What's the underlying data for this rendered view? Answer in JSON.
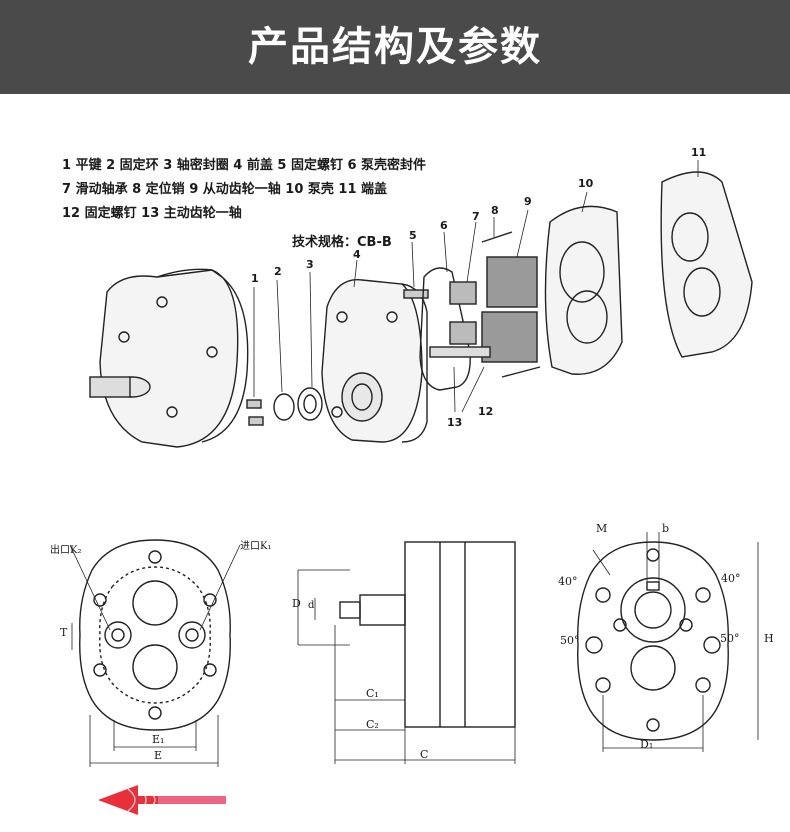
{
  "header": {
    "title": "产品结构及参数"
  },
  "legend": {
    "row1": "1 平键    2 固定环  3 轴密封圈        4 前盖    5 固定螺钉  6 泵壳密封件",
    "row2": "7 滑动轴承    8 定位销  9 从动齿轮一轴  10 泵壳   11 端盖",
    "row3": "12 固定螺钉  13 主动齿轮一轴"
  },
  "spec": "技术规格：CB-B",
  "callouts": [
    "1",
    "2",
    "3",
    "4",
    "5",
    "6",
    "7",
    "8",
    "9",
    "10",
    "11",
    "12",
    "13"
  ],
  "front_view": {
    "outlet_label": "出口K₂",
    "inlet_label": "进口K₁",
    "dim_t": "T",
    "dim_e1": "E₁",
    "dim_e": "E"
  },
  "side_view": {
    "dim_d_big": "D",
    "dim_d_small": "d",
    "dim_c1": "C₁",
    "dim_c2": "C₂",
    "dim_c": "C"
  },
  "rear_view": {
    "dim_m": "M",
    "dim_b": "b",
    "angle_tl": "40°",
    "angle_tr": "40°",
    "angle_bl": "50°",
    "angle_br": "50°",
    "dim_h": "H",
    "dim_d1": "D₁"
  },
  "colors": {
    "banner": "#4a4a4a",
    "banner_text": "#ffffff",
    "arrow_red": "#e8303a",
    "arrow_pink": "#f27aa0"
  },
  "icons": {
    "decor_arrow": "left-arrow-icon"
  }
}
